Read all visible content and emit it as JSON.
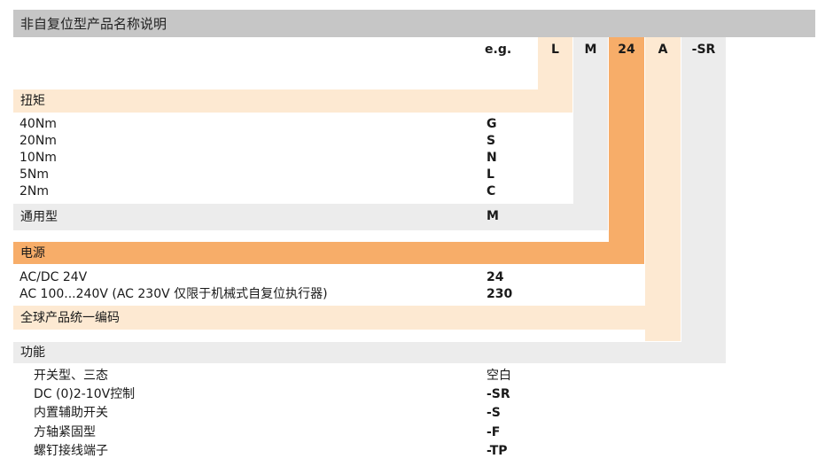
{
  "title": "非自复位型产品名称说明",
  "eg_label": "e.g.",
  "example_codes": [
    "L",
    "M",
    "24",
    "A",
    "-SR"
  ],
  "colors": {
    "title_bar": "#c6c6c6",
    "light_peach": "#fde9d2",
    "light_gray": "#ececec",
    "orange": "#f7ad69"
  },
  "torque": {
    "label": "扭矩",
    "rows": [
      {
        "name": "40Nm",
        "code": "G"
      },
      {
        "name": "20Nm",
        "code": "S"
      },
      {
        "name": "10Nm",
        "code": "N"
      },
      {
        "name": "5Nm",
        "code": "L"
      },
      {
        "name": "2Nm",
        "code": "C"
      }
    ]
  },
  "general": {
    "label": "通用型",
    "code": "M"
  },
  "power": {
    "label": "电源",
    "rows": [
      {
        "name": "AC/DC 24V",
        "code": "24"
      },
      {
        "name": "AC 100...240V (AC 230V 仅限于机械式自复位执行器)",
        "code": "230"
      }
    ]
  },
  "global": {
    "label": "全球产品统一编码"
  },
  "function": {
    "label": "功能",
    "rows": [
      {
        "name": "开关型、三态",
        "code": "空白"
      },
      {
        "name": "DC (0)2-10V控制",
        "code": "-SR"
      },
      {
        "name": "内置辅助开关",
        "code": "-S"
      },
      {
        "name": "方轴紧固型",
        "code": "-F"
      },
      {
        "name": "螺钉接线端子",
        "code": "-TP"
      }
    ]
  }
}
